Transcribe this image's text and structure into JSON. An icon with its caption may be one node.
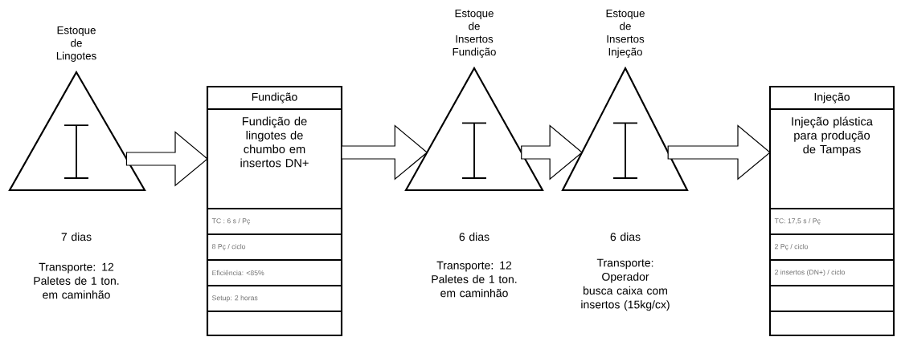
{
  "diagram": {
    "nodes": [
      {
        "text": [
          "Estoque de Lingotes"
        ],
        "beside": [
          "7 dias",
          "Transporte: 12 Paletes de 1 ton. em caminhão"
        ]
      },
      {
        "text": [
          "Fundição",
          "Fundição de lingotes de chumbo em insertos DN+",
          "TC : 6 s / Pç",
          "8 Pç / ciclo",
          "Eficiência: <85%",
          "Setup: 2 horas"
        ]
      },
      {
        "text": [
          "Estoque de Insertos Fundição"
        ],
        "beside": [
          "6 dias",
          "Transporte: 12 Paletes de 1 ton. em caminhão"
        ]
      },
      {
        "text": [
          "Estoque de Insertos Injeção"
        ],
        "beside": [
          "6 dias",
          "Transporte: Operador busca caixa com insertos (15kg/cx)"
        ]
      },
      {
        "text": [
          "Injeção",
          "Injeção plástica para produção de Tampas",
          "TC: 17,5 s / Pç",
          "2 Pç / ciclo",
          "2 insertos (DN+) / ciclo"
        ]
      }
    ],
    "edges": [
      {
        "from": 0,
        "to": 1,
        "arrow": "to"
      },
      {
        "from": 1,
        "to": 2,
        "arrow": "to"
      },
      {
        "from": 2,
        "to": 3,
        "arrow": "to"
      },
      {
        "from": 3,
        "to": 4,
        "arrow": "to"
      }
    ]
  }
}
